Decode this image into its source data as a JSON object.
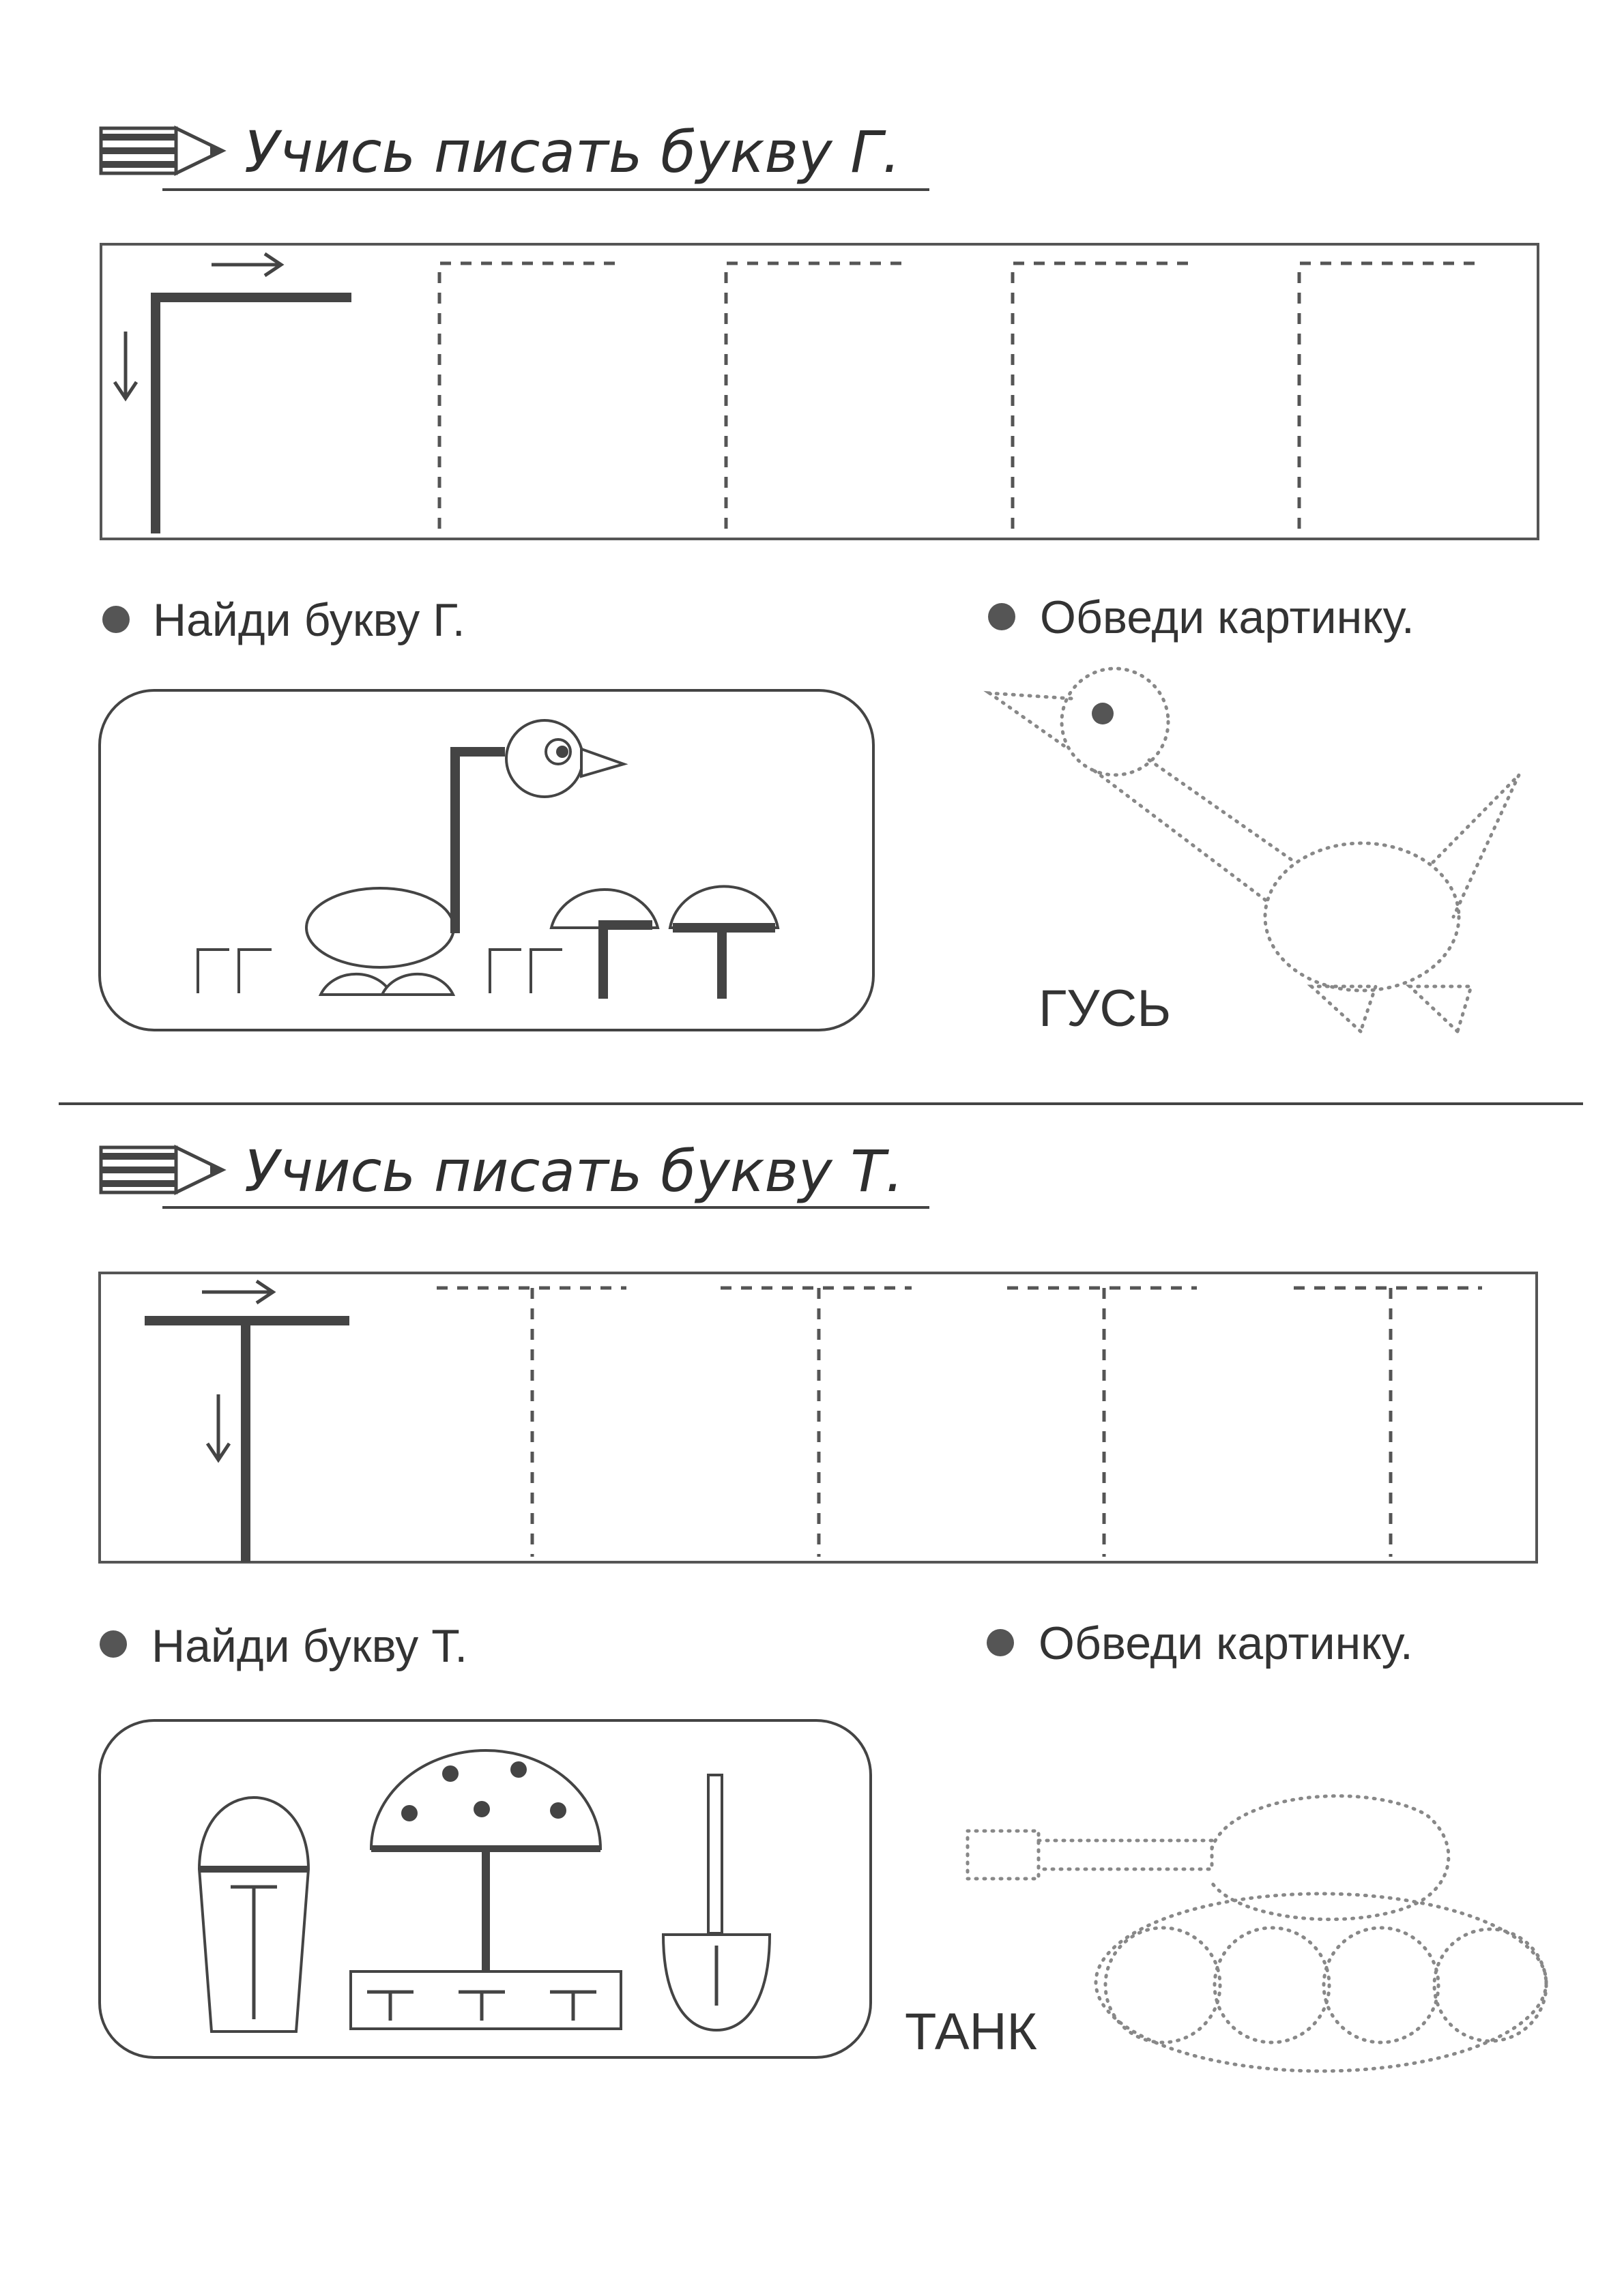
{
  "section_g": {
    "title": "Учись писать букву Г.",
    "find_label": "Найди букву Г.",
    "trace_label": "Обведи картинку.",
    "word": "ГУСЬ"
  },
  "section_t": {
    "title": "Учись писать букву Т.",
    "find_label": "Найди букву Т.",
    "trace_label": "Обведи картинку.",
    "word": "ТАНК"
  },
  "colors": {
    "ink": "#333333",
    "stroke": "#555555",
    "dotted": "#888888"
  },
  "icons": [
    "pencil-icon",
    "bullet-dot-icon",
    "arrow-right-icon",
    "arrow-down-icon"
  ]
}
